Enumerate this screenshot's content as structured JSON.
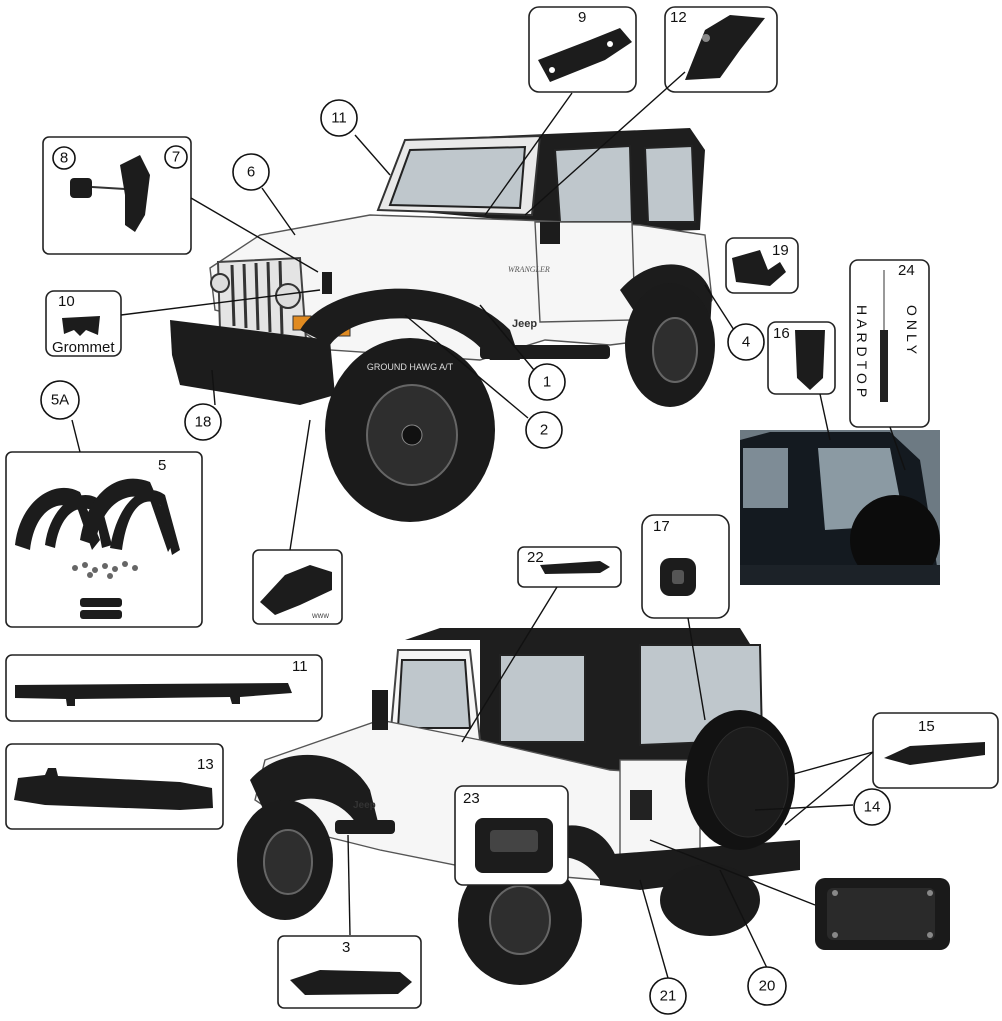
{
  "callouts": [
    {
      "id": "c1",
      "label": "1"
    },
    {
      "id": "c2",
      "label": "2"
    },
    {
      "id": "c4",
      "label": "4"
    },
    {
      "id": "c5a",
      "label": "5A"
    },
    {
      "id": "c6",
      "label": "6"
    },
    {
      "id": "c11",
      "label": "11"
    },
    {
      "id": "c18",
      "label": "18"
    },
    {
      "id": "c14",
      "label": "14"
    },
    {
      "id": "c20",
      "label": "20"
    },
    {
      "id": "c21",
      "label": "21"
    }
  ],
  "boxes": {
    "b9": {
      "label": "9"
    },
    "b12": {
      "label": "12"
    },
    "b8": {
      "label": "8"
    },
    "b7": {
      "label": "7"
    },
    "b10": {
      "label": "10",
      "caption": "Grommet"
    },
    "b19": {
      "label": "19"
    },
    "b16": {
      "label": "16"
    },
    "b24": {
      "label": "24",
      "text_left": "HARDTOP",
      "text_right": "ONLY"
    },
    "b5": {
      "label": "5"
    },
    "b22": {
      "label": "22"
    },
    "b17": {
      "label": "17"
    },
    "b11": {
      "label": "11"
    },
    "b13": {
      "label": "13"
    },
    "b15": {
      "label": "15"
    },
    "b23": {
      "label": "23"
    },
    "b3": {
      "label": "3"
    }
  },
  "vehicle_text": {
    "badge_front": "Jeep",
    "badge_rear": "Jeep",
    "tire_text": "GROUND HAWG A/T"
  }
}
